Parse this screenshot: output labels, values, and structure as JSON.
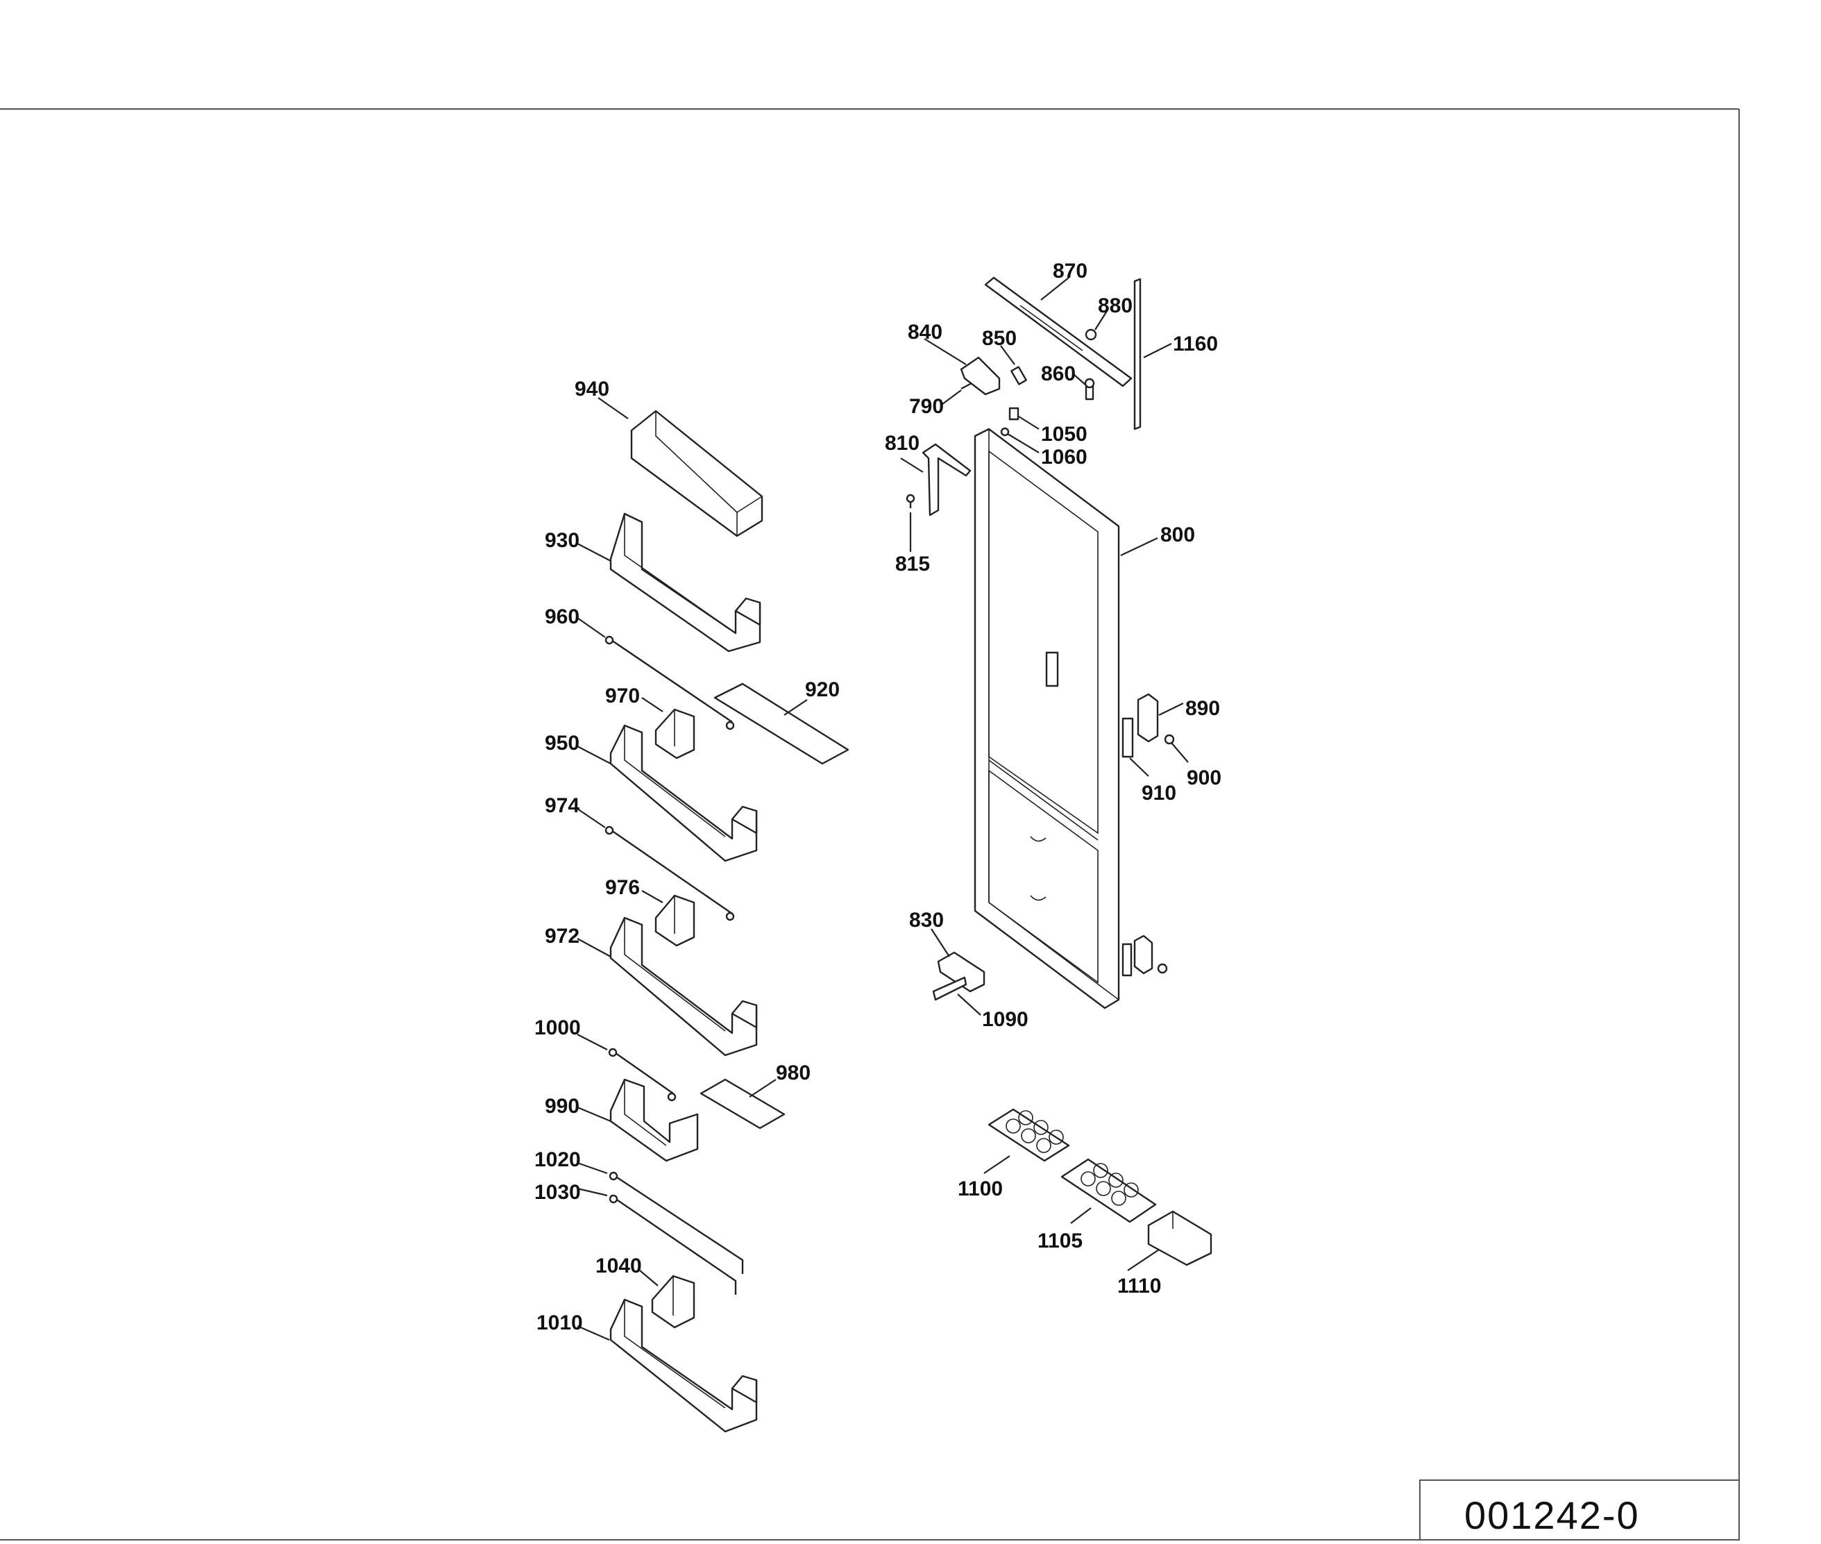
{
  "drawing": {
    "reference_number": "001242-0",
    "callouts": [
      {
        "id": "940",
        "label": "940"
      },
      {
        "id": "930",
        "label": "930"
      },
      {
        "id": "960",
        "label": "960"
      },
      {
        "id": "970",
        "label": "970"
      },
      {
        "id": "920",
        "label": "920"
      },
      {
        "id": "950",
        "label": "950"
      },
      {
        "id": "974",
        "label": "974"
      },
      {
        "id": "976",
        "label": "976"
      },
      {
        "id": "972",
        "label": "972"
      },
      {
        "id": "1000",
        "label": "1000"
      },
      {
        "id": "980",
        "label": "980"
      },
      {
        "id": "990",
        "label": "990"
      },
      {
        "id": "1020",
        "label": "1020"
      },
      {
        "id": "1030",
        "label": "1030"
      },
      {
        "id": "1040",
        "label": "1040"
      },
      {
        "id": "1010",
        "label": "1010"
      },
      {
        "id": "870",
        "label": "870"
      },
      {
        "id": "880",
        "label": "880"
      },
      {
        "id": "840",
        "label": "840"
      },
      {
        "id": "850",
        "label": "850"
      },
      {
        "id": "1160",
        "label": "1160"
      },
      {
        "id": "860",
        "label": "860"
      },
      {
        "id": "790",
        "label": "790"
      },
      {
        "id": "1050",
        "label": "1050"
      },
      {
        "id": "810",
        "label": "810"
      },
      {
        "id": "1060",
        "label": "1060"
      },
      {
        "id": "815",
        "label": "815"
      },
      {
        "id": "800",
        "label": "800"
      },
      {
        "id": "890",
        "label": "890"
      },
      {
        "id": "910",
        "label": "910"
      },
      {
        "id": "900",
        "label": "900"
      },
      {
        "id": "830",
        "label": "830"
      },
      {
        "id": "1090",
        "label": "1090"
      },
      {
        "id": "1100",
        "label": "1100"
      },
      {
        "id": "1105",
        "label": "1105"
      },
      {
        "id": "1110",
        "label": "1110"
      }
    ]
  }
}
